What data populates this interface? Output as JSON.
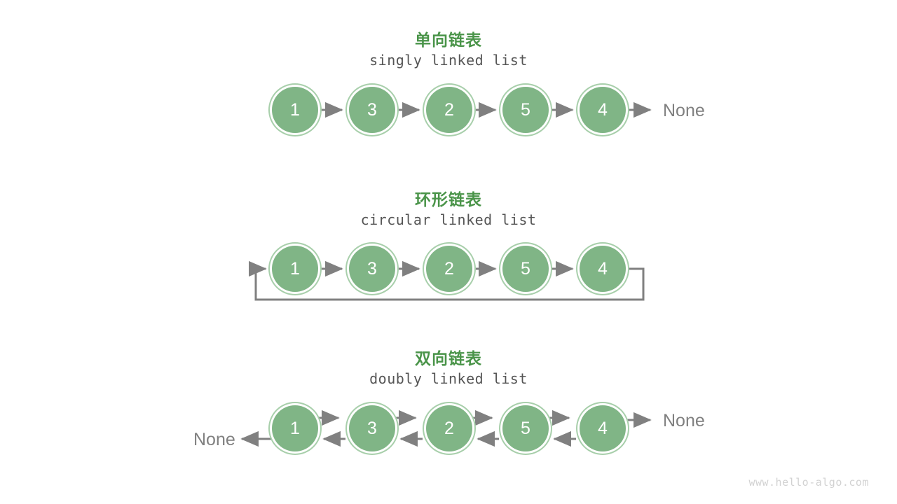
{
  "page": {
    "background": "#ffffff",
    "watermark": "www.hello-algo.com"
  },
  "palette": {
    "node_fill": "#80b586",
    "node_ring": "#a8cfab",
    "node_text": "#ffffff",
    "title_green": "#4a9449",
    "subtitle_gray": "#555555",
    "arrow_gray": "#808080",
    "none_gray": "#808080",
    "watermark_gray": "#d2d2d2"
  },
  "sections": [
    {
      "id": "singly",
      "title": "单向链表",
      "subtitle": "singly linked list",
      "nodes": [
        "1",
        "3",
        "2",
        "5",
        "4"
      ],
      "tail_label": "None",
      "head_label": null,
      "directions": "forward"
    },
    {
      "id": "circular",
      "title": "环形链表",
      "subtitle": "circular linked list",
      "nodes": [
        "1",
        "3",
        "2",
        "5",
        "4"
      ],
      "tail_label": null,
      "head_label": null,
      "directions": "forward-loop"
    },
    {
      "id": "doubly",
      "title": "双向链表",
      "subtitle": "doubly linked list",
      "nodes": [
        "1",
        "3",
        "2",
        "5",
        "4"
      ],
      "tail_label": "None",
      "head_label": "None",
      "directions": "bidirectional"
    }
  ]
}
